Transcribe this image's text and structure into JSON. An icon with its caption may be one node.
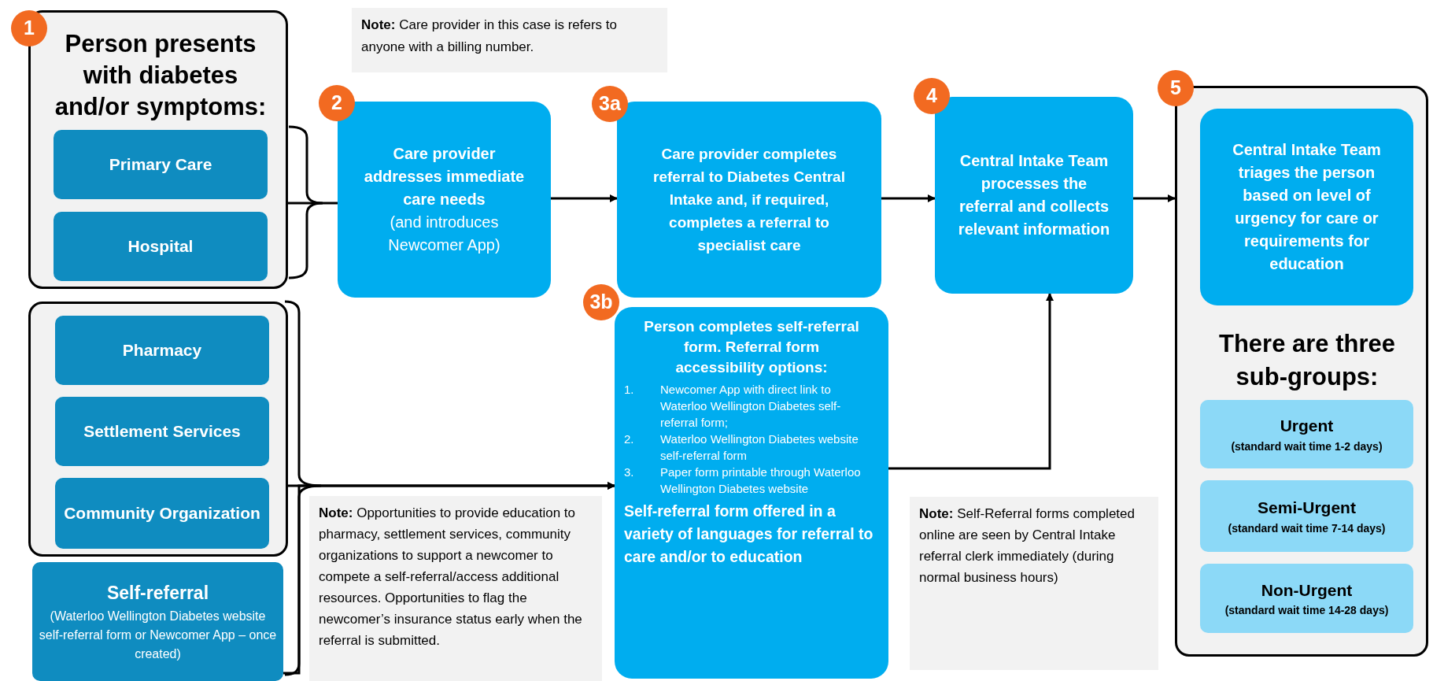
{
  "diagram": {
    "nodes": [
      {
        "text": [
          "Person presents with diabetes and/or symptoms:"
        ],
        "beside": [
          "1"
        ]
      },
      {
        "text": [
          "Primary Care"
        ],
        "in": 0
      },
      {
        "text": [
          "Hospital"
        ],
        "in": 0
      },
      {
        "text": [
          "**Note:** Care provider in this case is refers to anyone with a billing number."
        ]
      },
      {
        "text": [
          "Care provider addresses immediate care needs",
          "(and introduces Newcomer App)"
        ],
        "beside": [
          "2"
        ]
      },
      {
        "text": [
          "Care provider completes referral to Diabetes Central Intake and, if required, completes a referral to specialist care"
        ],
        "beside": [
          "3a"
        ]
      },
      {
        "text": [
          "Central Intake Team processes the referral and collects relevant information"
        ],
        "beside": [
          "4"
        ]
      },
      {
        "text": [
          "There are three sub-groups:"
        ],
        "beside": [
          "5"
        ]
      },
      {
        "text": [
          "Central Intake Team triages the person based on level of urgency for care or requirements for education"
        ],
        "in": 7
      },
      {
        "text": [
          "Urgent",
          "(standard wait time 1-2 days)"
        ],
        "in": 7
      },
      {
        "text": [
          "Semi-Urgent",
          "(standard wait time 7-14 days)"
        ],
        "in": 7
      },
      {
        "text": [
          "Non-Urgent",
          "(standard wait time 14-28 days)"
        ],
        "in": 7
      },
      {
        "text": [],
        "shape": "box"
      },
      {
        "text": [
          "Pharmacy"
        ],
        "in": 12
      },
      {
        "text": [
          "Settlement Services"
        ],
        "in": 12
      },
      {
        "text": [
          "Community Organization"
        ],
        "in": 12
      },
      {
        "text": [
          "Self-referral",
          "(Waterloo Wellington Diabetes website self-referral form or Newcomer App – once created)"
        ]
      },
      {
        "text": [
          "Person completes self-referral form. Referral form accessibility options:",
          "1.",
          "Newcomer App with direct link to Waterloo Wellington Diabetes self-referral form;",
          "2.",
          "Waterloo Wellington Diabetes website self-referral form",
          "3.",
          "Paper form printable through Waterloo Wellington Diabetes website",
          "Self-referral form offered in a variety of languages for referral to care and/or to education"
        ],
        "beside": [
          "3b"
        ]
      },
      {
        "text": [
          "**Note:** Opportunities to provide education to pharmacy, settlement services, community organizations to support a newcomer to compete a self-referral/access additional resources. Opportunities to flag the newcomer’s insurance status early when the referral is submitted."
        ]
      },
      {
        "text": [
          "**Note:** Self-Referral forms completed online are seen by Central Intake referral clerk immediately (during normal business hours)"
        ]
      }
    ],
    "edges": [
      {
        "from": 0,
        "to": 4,
        "arrow": "none"
      },
      {
        "from": 4,
        "to": 5,
        "arrow": "to"
      },
      {
        "from": 5,
        "to": 6,
        "arrow": "to"
      },
      {
        "from": 6,
        "to": 7,
        "arrow": "to"
      },
      {
        "from": 12,
        "to": 17,
        "arrow": "to"
      },
      {
        "from": 16,
        "to": 17,
        "arrow": "to"
      },
      {
        "from": 17,
        "to": 6,
        "arrow": "to"
      }
    ]
  }
}
